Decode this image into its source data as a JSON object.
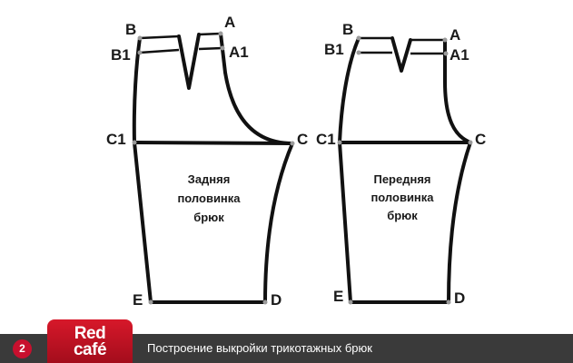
{
  "points": {
    "A": "A",
    "A1": "A1",
    "B": "B",
    "B1": "B1",
    "C": "C",
    "C1": "C1",
    "D": "D",
    "E": "E"
  },
  "back_piece": {
    "line1": "Задняя",
    "line2": "половинка",
    "line3": "брюк"
  },
  "front_piece": {
    "line1": "Передняя",
    "line2": "половинка",
    "line3": "брюк"
  },
  "footer": {
    "number": "2",
    "logo_line1": "Red",
    "logo_line2": "café",
    "caption": "Построение выкройки трикотажных брюк"
  },
  "colors": {
    "footer_bg": "#3a3a3a",
    "brand_red": "#c8102e",
    "outline": "#111111"
  }
}
